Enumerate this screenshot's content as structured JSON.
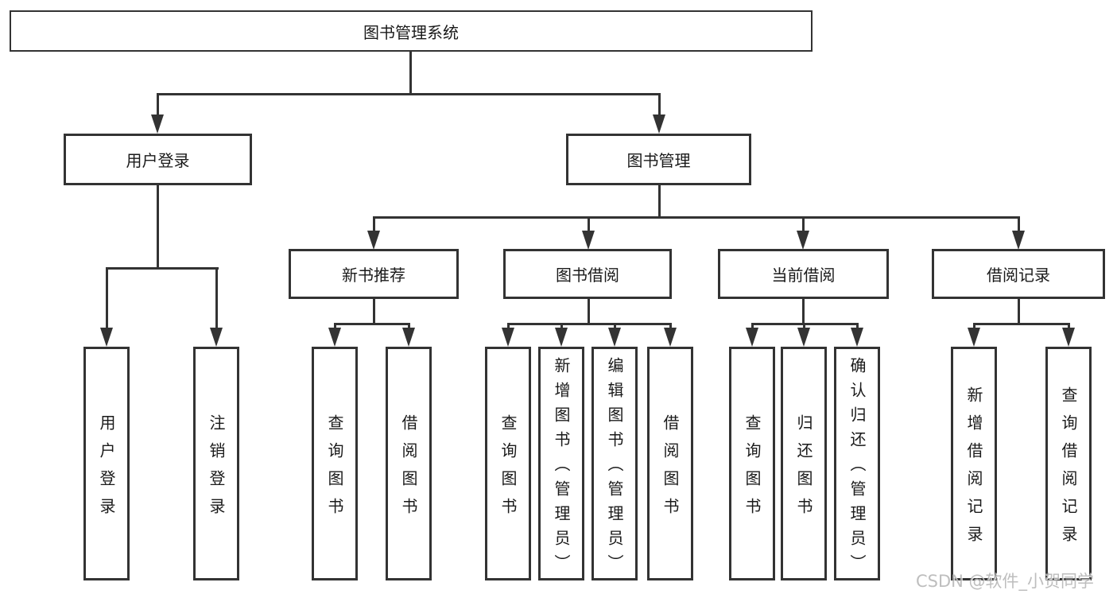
{
  "diagram": {
    "type": "hierarchy-tree",
    "orientation": "top-down"
  },
  "tree": {
    "label": "图书管理系统",
    "children": [
      {
        "label": "用户登录",
        "children": [
          {
            "label": "用户登录"
          },
          {
            "label": "注销登录"
          }
        ]
      },
      {
        "label": "图书管理",
        "children": [
          {
            "label": "新书推荐",
            "children": [
              {
                "label": "查询图书"
              },
              {
                "label": "借阅图书"
              }
            ]
          },
          {
            "label": "图书借阅",
            "children": [
              {
                "label": "查询图书"
              },
              {
                "label": "新增图书（管理员）"
              },
              {
                "label": "编辑图书（管理员）"
              },
              {
                "label": "借阅图书"
              }
            ]
          },
          {
            "label": "当前借阅",
            "children": [
              {
                "label": "查询图书"
              },
              {
                "label": "归还图书"
              },
              {
                "label": "确认归还（管理员）"
              }
            ]
          },
          {
            "label": "借阅记录",
            "children": [
              {
                "label": "新增借阅记录"
              },
              {
                "label": "查询借阅记录"
              }
            ]
          }
        ]
      }
    ]
  },
  "watermark": {
    "text": "CSDN @软件_小贺同学"
  },
  "colors": {
    "line": "#333333",
    "text": "#1a1a1a",
    "background": "#ffffff",
    "watermark": "#b3b3b3"
  }
}
